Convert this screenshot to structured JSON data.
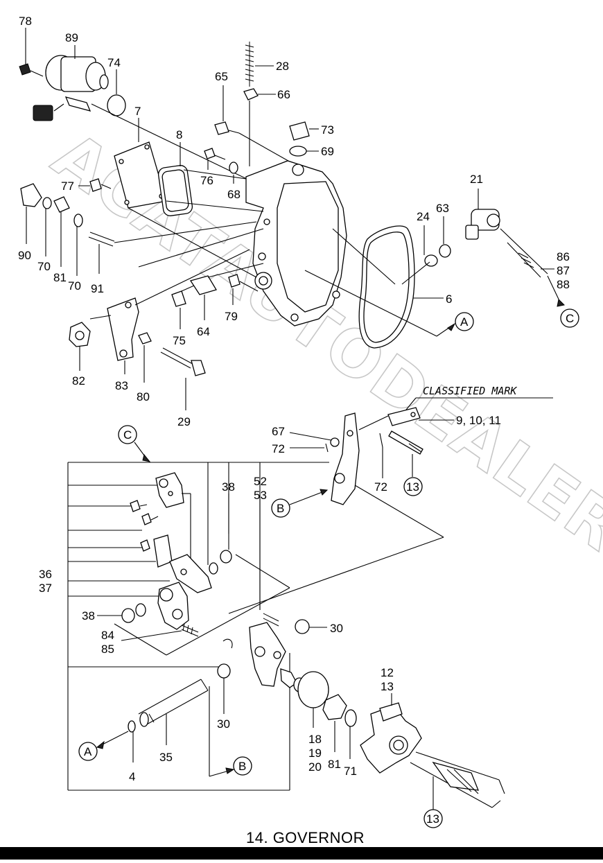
{
  "title": "14.  GOVERNOR",
  "classified_mark": "CLASSIFIED MARK",
  "watermark": "ACATAUTODEALER.RU",
  "callouts": {
    "A": "A",
    "B": "B",
    "C": "C",
    "13": "13"
  },
  "labels": {
    "p78": "78",
    "p89": "89",
    "p74": "74",
    "p7": "7",
    "p8": "8",
    "p65": "65",
    "p28": "28",
    "p66": "66",
    "p73": "73",
    "p69": "69",
    "p76": "76",
    "p68": "68",
    "p77": "77",
    "p90": "90",
    "p70a": "70",
    "p81a": "81",
    "p70b": "70",
    "p91": "91",
    "p21": "21",
    "p63": "63",
    "p24": "24",
    "p86": "86",
    "p87": "87",
    "p88": "88",
    "p6": "6",
    "p82": "82",
    "p83": "83",
    "p80": "80",
    "p75": "75",
    "p64": "64",
    "p79": "79",
    "p29": "29",
    "p9_11": "9, 10, 11",
    "p67": "67",
    "p72a": "72",
    "p72b": "72",
    "p38a": "38",
    "p52": "52",
    "p53": "53",
    "p36": "36",
    "p37": "37",
    "p38b": "38",
    "p84": "84",
    "p85": "85",
    "p30a": "30",
    "p30b": "30",
    "p4": "4",
    "p35": "35",
    "p18": "18",
    "p19": "19",
    "p20": "20",
    "p81b": "81",
    "p71": "71",
    "p12": "12",
    "p13": "13"
  }
}
